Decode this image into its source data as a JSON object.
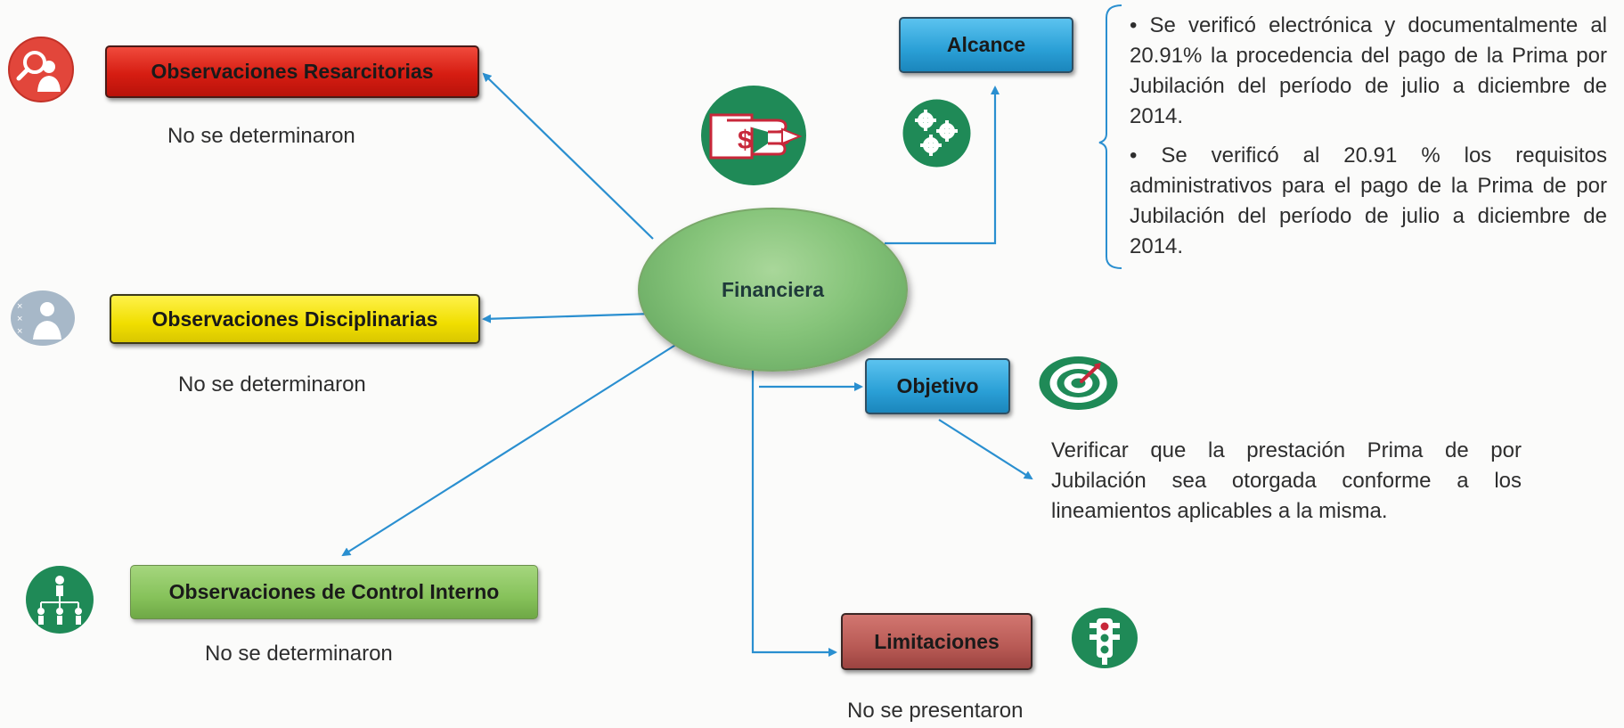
{
  "center": {
    "label": "Financiera"
  },
  "boxes": {
    "resarcitorias": "Observaciones Resarcitorias",
    "disciplinarias": "Observaciones Disciplinarias",
    "control_interno": "Observaciones de Control Interno",
    "alcance": "Alcance",
    "objetivo": "Objetivo",
    "limitaciones": "Limitaciones"
  },
  "notes": {
    "resarcitorias": "No se determinaron",
    "disciplinarias": "No se determinaron",
    "control_interno": "No se determinaron",
    "limitaciones": "No se presentaron"
  },
  "alcance_points": [
    "• Se verificó electrónica y documentalmente al 20.91% la procedencia del pago de la Prima por Jubilación del período de julio a diciembre de 2014.",
    "• Se verificó al 20.91 % los requisitos administrativos para el pago de la Prima de por Jubilación del período de julio a diciembre de 2014."
  ],
  "objetivo_text": "Verificar que la prestación Prima de por Jubilación sea otorgada conforme a los lineamientos aplicables a la misma.",
  "icons": {
    "resarcitorias": "magnifier-person-icon",
    "disciplinarias": "person-cross-icon",
    "control_interno": "org-chart-icon",
    "payment": "hand-dollar-icon",
    "alcance": "gears-icon",
    "objetivo": "target-icon",
    "limitaciones": "traffic-light-icon"
  },
  "colors": {
    "arrow": "#2a8fd0",
    "red": "#d61d12",
    "yellow": "#f0de00",
    "green": "#86c25a",
    "blue": "#2a9fd6",
    "maroon": "#b85a55",
    "icon_green": "#1f8a57"
  }
}
